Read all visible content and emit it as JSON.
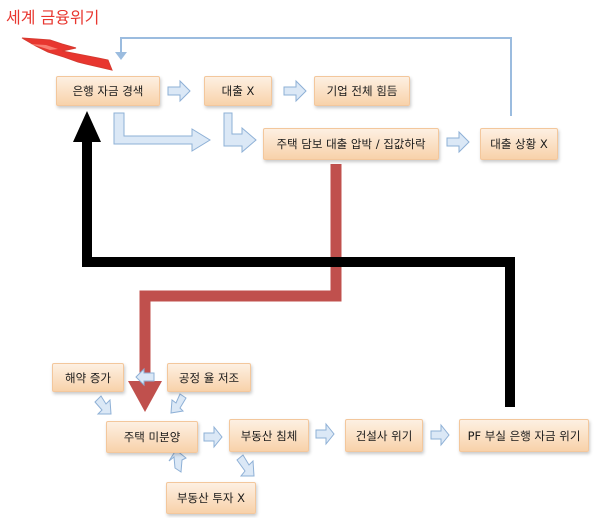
{
  "title": "세계 금융위기",
  "nodes": {
    "bank_funds_tight": "은행 자금 경색",
    "no_loans": "대출 X",
    "corporate_hardship": "기업 전체 힘듬",
    "mortgage_pressure": "주택 담보 대출 압박 / 집값하락",
    "loan_status": "대출 상황 X",
    "demand_increase": "해약 증가",
    "low_construction": "공정 율 저조",
    "unsold_housing": "주택 미분양",
    "realestate_slump": "부동산 침체",
    "builder_crisis": "건설사 위기",
    "pf_crisis": "PF 부실 은행 자금 위기",
    "no_investment": "부동산 투자 X"
  },
  "colors": {
    "title": "#e8362f",
    "node_fill": "#f8d2aa",
    "node_border": "#f3c79c",
    "arrow_fill": "#dbe8f6",
    "arrow_stroke": "#8eb0d6",
    "red_path": "#c0504d",
    "black_path": "#000000",
    "lightning": "#e8362f"
  }
}
